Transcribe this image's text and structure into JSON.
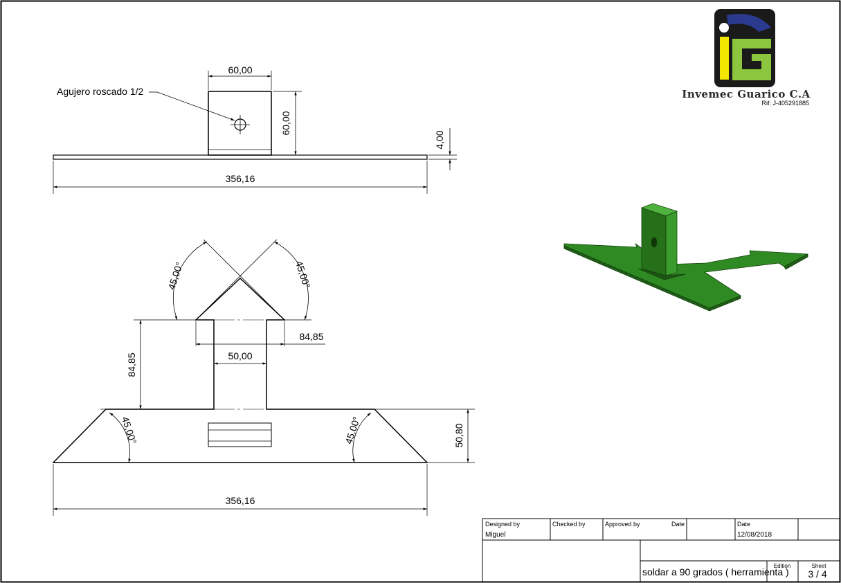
{
  "drawing": {
    "top_view": {
      "dim_block_width": "60,00",
      "dim_block_height": "60,00",
      "dim_plate_thickness": "4,00",
      "dim_total_length": "356,16",
      "hole_callout": "Agujero roscado 1/2"
    },
    "plan_view": {
      "angle_top_left": "45,00°",
      "angle_top_right": "45,00°",
      "angle_bottom_left": "45,00°",
      "angle_bottom_right": "45,00°",
      "dim_arrow_width": "84,85",
      "dim_stem_height": "84,85",
      "dim_stem_width": "50,00",
      "dim_base_height": "50,80",
      "dim_total_length": "356,16"
    },
    "model_color": "#2e7d1f"
  },
  "logo": {
    "company": "Invemec Guarico C.A",
    "rif": "Rif: J-405291885",
    "colors": {
      "dark": "#1a1a1a",
      "blue": "#2b3a8f",
      "yellow": "#f2e600",
      "green": "#8cc63f"
    }
  },
  "title_block": {
    "designed_by_label": "Designed by",
    "designed_by_value": "Miguel",
    "checked_by_label": "Checked by",
    "approved_by_label": "Approved by",
    "date_label_1": "Date",
    "date_label_2": "Date",
    "date_value": "12/08/2018",
    "title": "soldar a 90 grados ( herramienta )",
    "edition_label": "Edition",
    "sheet_label": "Sheet",
    "sheet_value": "3 / 4"
  }
}
